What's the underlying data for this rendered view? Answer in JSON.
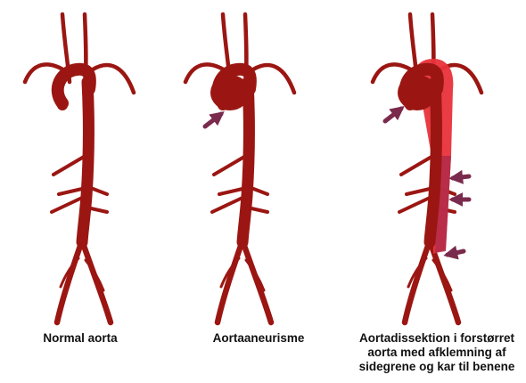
{
  "colors": {
    "aorta": "#9b1612",
    "dissection_highlight": "#e8323a",
    "dissection_lower": "#b02a4a",
    "arrow": "#7a2a4c",
    "caption_text": "#111111",
    "background": "#ffffff"
  },
  "panels": [
    {
      "id": "normal",
      "caption": "Normal aorta",
      "aneurysm": false,
      "dissection": false,
      "arrow_count": 0
    },
    {
      "id": "aneurysm",
      "caption": "Aortaaneurisme",
      "aneurysm": true,
      "dissection": false,
      "arrow_count": 1
    },
    {
      "id": "dissection",
      "caption": "Aortadissektion i forstørret\naorta med afklemning af\nsidegrene og kar til benene",
      "aneurysm": true,
      "dissection": true,
      "arrow_count": 4
    }
  ]
}
